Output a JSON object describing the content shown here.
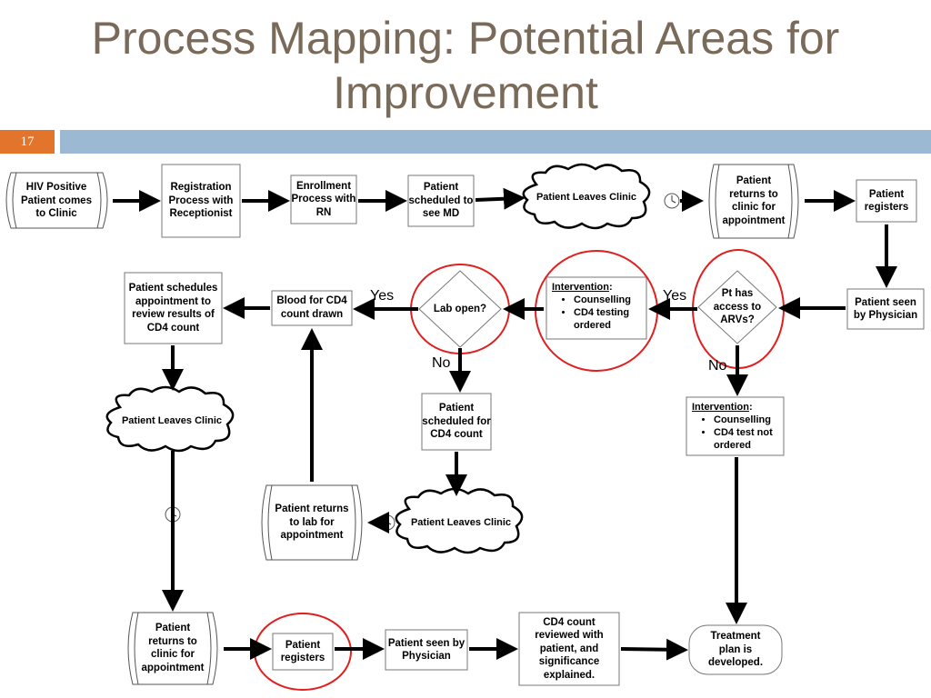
{
  "title": {
    "line1": "Process Mapping: Potential Areas for",
    "line2": "Improvement"
  },
  "slide_number": "17",
  "colors": {
    "highlight_circle": "#e02020",
    "title": "#7a6a5a",
    "number_badge": "#e3742c",
    "bar": "#9cb9d4"
  },
  "nodes": {
    "hiv_positive": "HIV Positive Patient comes to Clinic",
    "registration": "Registration Process with Receptionist",
    "enrollment": "Enrollment Process with RN",
    "scheduled_md": "Patient scheduled to see MD",
    "leaves_clinic_1": "Patient Leaves Clinic",
    "returns_clinic_1": "Patient returns to clinic for appointment",
    "registers_1": "Patient registers",
    "seen_physician_1": "Patient seen by Physician",
    "access_arvs": "Pt has access to ARVs?",
    "intervention_1": {
      "heading": "Intervention",
      "colon": ":",
      "items": [
        "Counselling",
        "CD4 testing ordered"
      ]
    },
    "lab_open": "Lab open?",
    "blood_cd4": "Blood for CD4 count drawn",
    "schedules_review": "Patient schedules appointment to review results of CD4 count",
    "intervention_2": {
      "heading": "Intervention",
      "colon": ":",
      "items": [
        "Counselling",
        "CD4 test not ordered"
      ]
    },
    "scheduled_cd4": "Patient scheduled for CD4 count",
    "leaves_clinic_2": "Patient Leaves Clinic",
    "leaves_clinic_3": "Patient Leaves Clinic",
    "returns_lab": "Patient returns to lab for appointment",
    "returns_clinic_2": "Patient returns to clinic for appointment",
    "registers_2": "Patient registers",
    "seen_physician_2": "Patient seen by Physician",
    "cd4_reviewed": "CD4 count reviewed with patient, and significance explained.",
    "treatment_plan": "Treatment plan is developed."
  },
  "edge_labels": {
    "yes_lab": "Yes",
    "no_lab": "No",
    "yes_arvs": "Yes",
    "no_arvs": "No"
  },
  "icons": [
    "clock-icon",
    "cloud-shape",
    "diamond-decision",
    "scroll-shape"
  ]
}
